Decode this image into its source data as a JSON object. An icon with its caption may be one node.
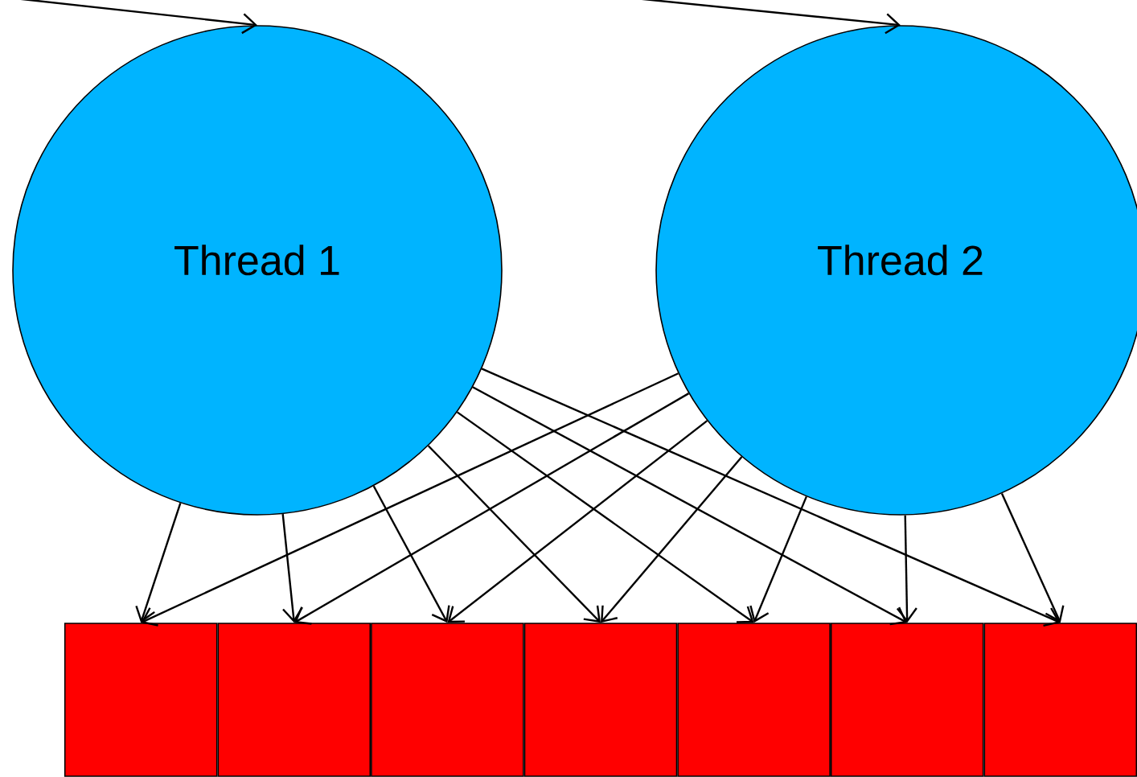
{
  "diagram": {
    "nodes": [
      {
        "text": [
          "Thread 1"
        ]
      },
      {
        "text": [
          "Thread 2"
        ]
      },
      {
        "text": [],
        "shape": "box"
      },
      {
        "text": [],
        "shape": "box"
      },
      {
        "text": [],
        "shape": "box"
      },
      {
        "text": [],
        "shape": "box"
      },
      {
        "text": [],
        "shape": "box"
      },
      {
        "text": [],
        "shape": "box"
      },
      {
        "text": [],
        "shape": "box"
      }
    ],
    "edges": [
      {
        "from": null,
        "to": 0,
        "arrow": "to"
      },
      {
        "from": null,
        "to": 1,
        "arrow": "to"
      },
      {
        "from": 0,
        "to": 2,
        "arrow": "to"
      },
      {
        "from": 0,
        "to": 3,
        "arrow": "to"
      },
      {
        "from": 0,
        "to": 4,
        "arrow": "to"
      },
      {
        "from": 0,
        "to": 5,
        "arrow": "to"
      },
      {
        "from": 0,
        "to": 6,
        "arrow": "to"
      },
      {
        "from": 0,
        "to": 7,
        "arrow": "to"
      },
      {
        "from": 0,
        "to": 8,
        "arrow": "to"
      },
      {
        "from": 1,
        "to": 2,
        "arrow": "to"
      },
      {
        "from": 1,
        "to": 3,
        "arrow": "to"
      },
      {
        "from": 1,
        "to": 4,
        "arrow": "to"
      },
      {
        "from": 1,
        "to": 5,
        "arrow": "to"
      },
      {
        "from": 1,
        "to": 6,
        "arrow": "to"
      },
      {
        "from": 1,
        "to": 7,
        "arrow": "to"
      },
      {
        "from": 1,
        "to": 8,
        "arrow": "to"
      }
    ]
  }
}
